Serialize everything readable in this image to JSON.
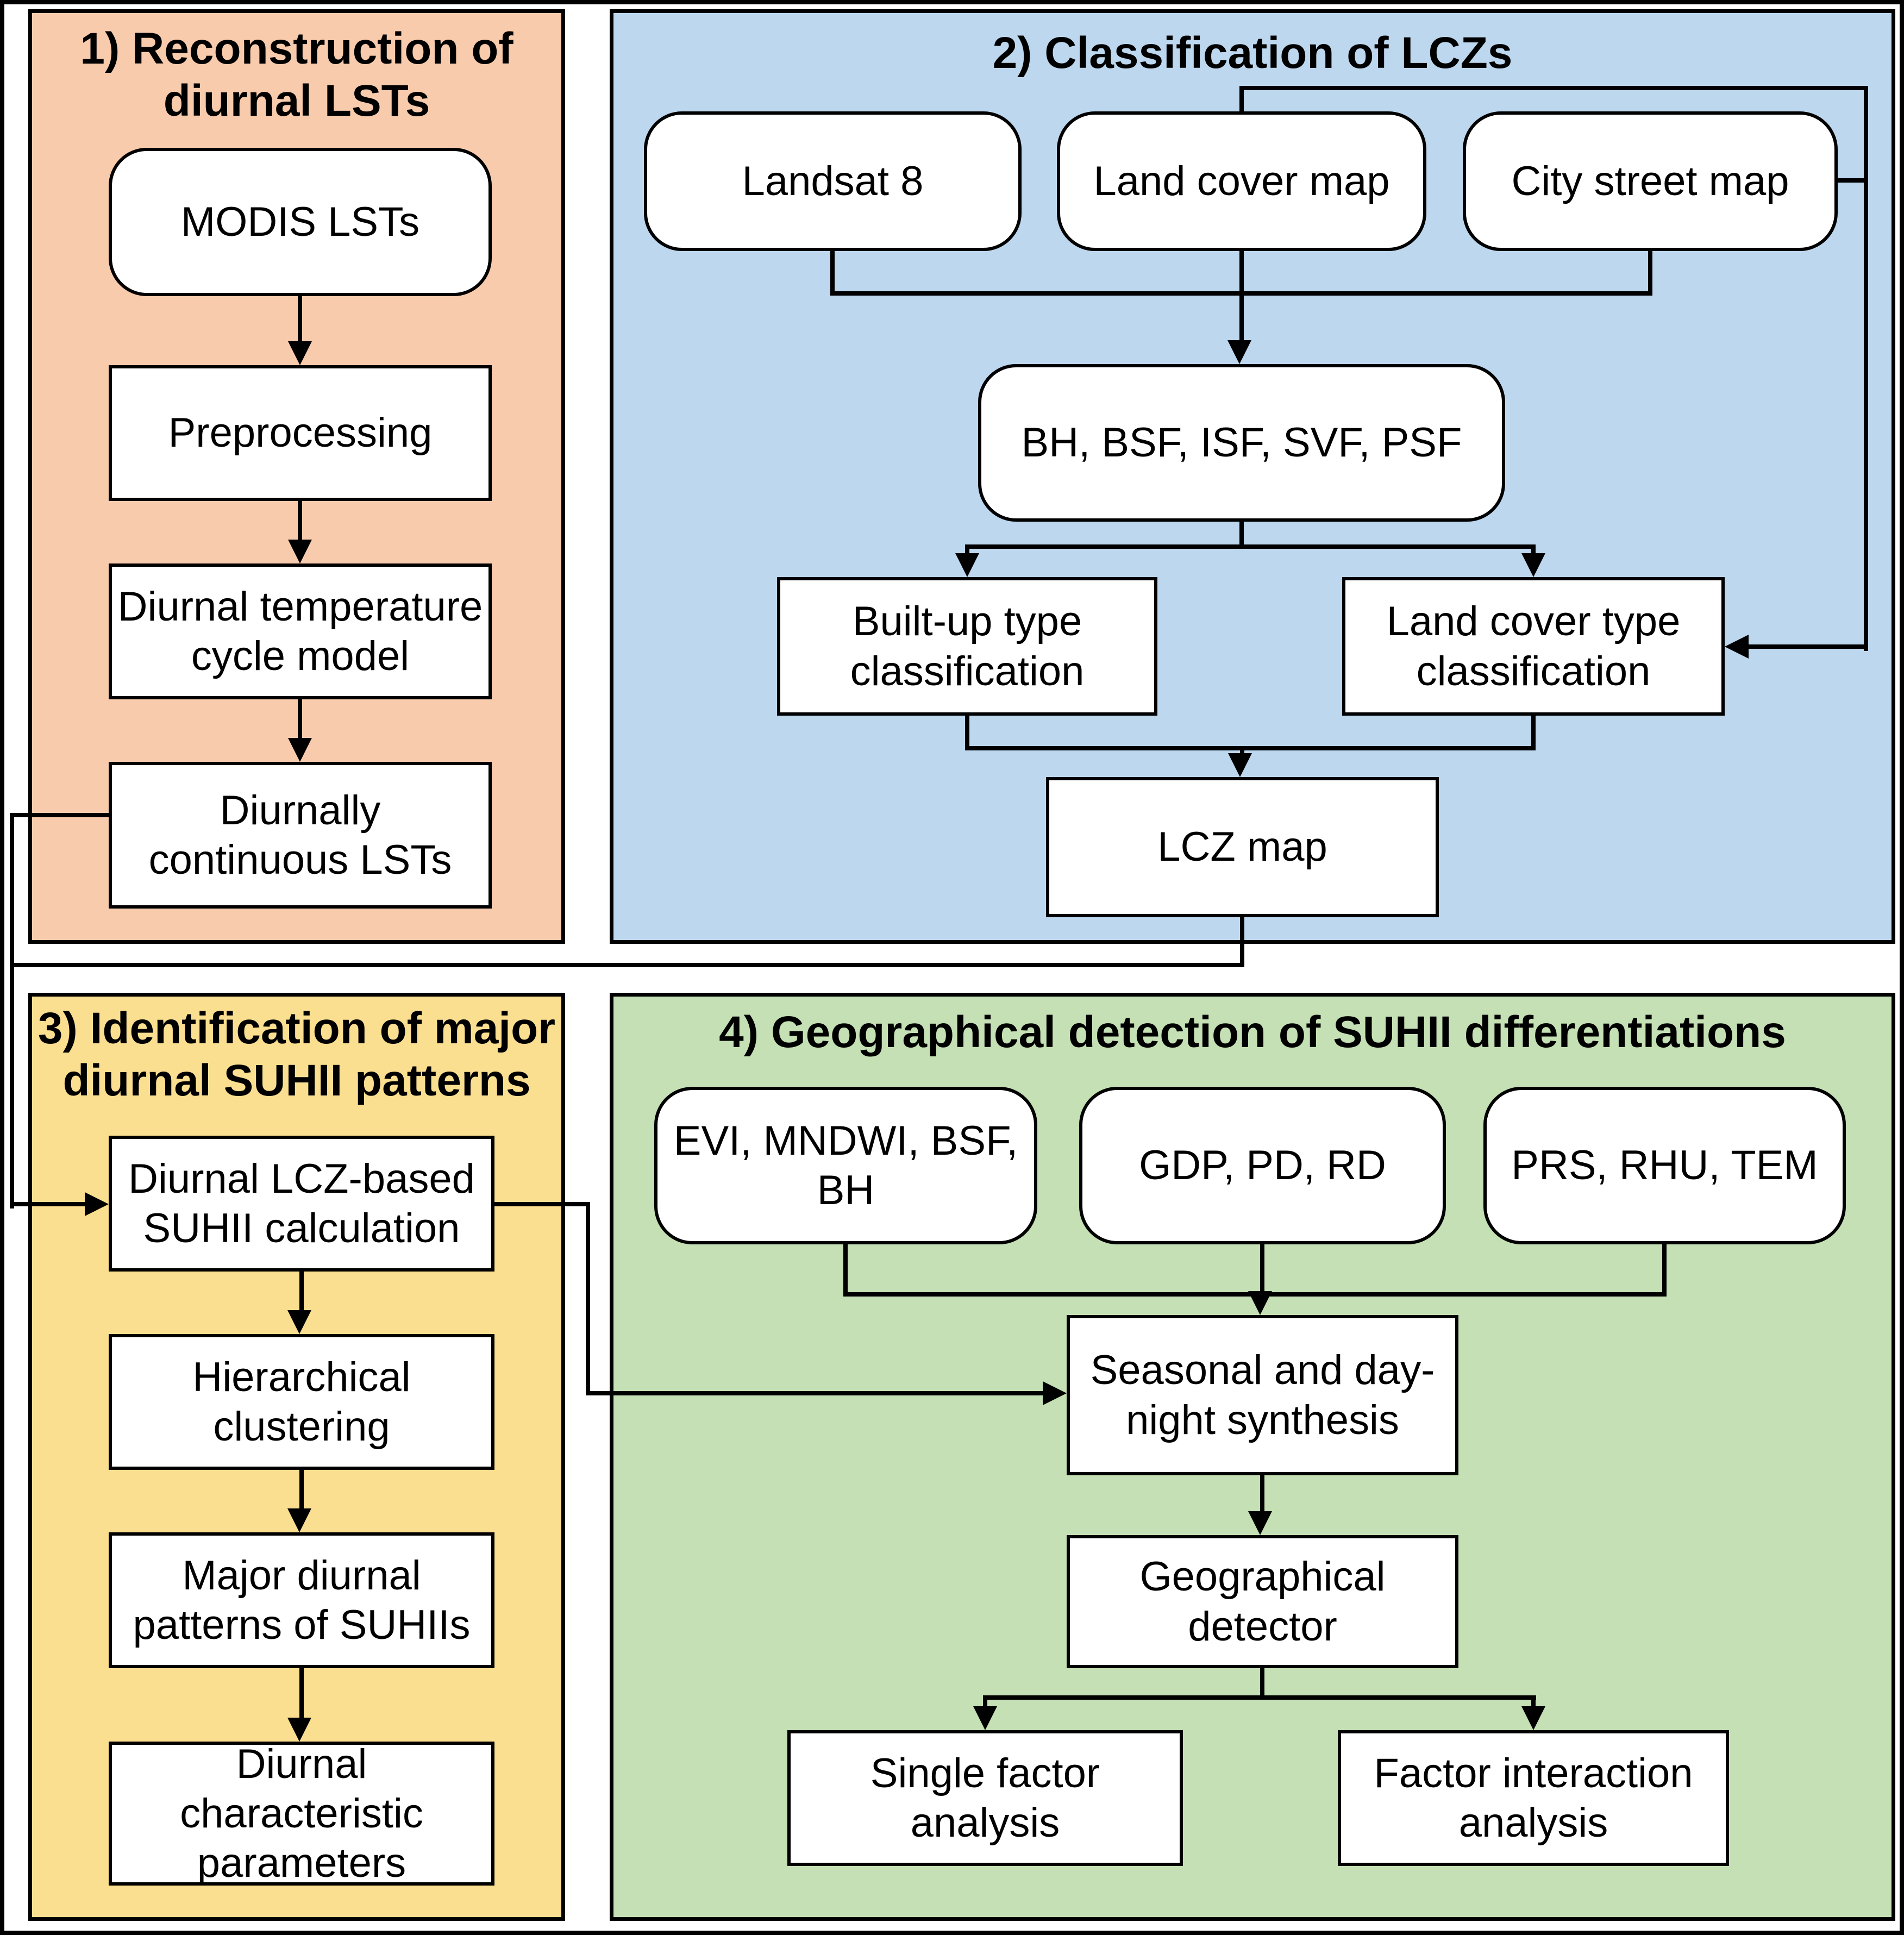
{
  "colors": {
    "panel_reconstruction_bg": "#F8CBAD",
    "panel_classification_bg": "#BDD7EE",
    "panel_identification_bg": "#FBDF90",
    "panel_detection_bg": "#C5E0B4",
    "node_fill": "#FFFFFF",
    "line": "#000000"
  },
  "panels": {
    "reconstruction": {
      "title": "1) Reconstruction of\ndiurnal LSTs",
      "nodes": {
        "modis": "MODIS LSTs",
        "preprocessing": "Preprocessing",
        "dtc": "Diurnal temperature\ncycle model",
        "dcl": "Diurnally\ncontinuous LSTs"
      }
    },
    "classification": {
      "title": "2) Classification of LCZs",
      "nodes": {
        "landsat": "Landsat 8",
        "landcover": "Land cover map",
        "citystreet": "City street map",
        "params": "BH, BSF, ISF, SVF, PSF",
        "builtup": "Built-up type\nclassification",
        "lct": "Land cover type\nclassification",
        "lczmap": "LCZ map"
      }
    },
    "identification": {
      "title": "3) Identification of major\ndiurnal SUHII patterns",
      "nodes": {
        "suhiicalc": "Diurnal LCZ-based\nSUHII calculation",
        "hclust": "Hierarchical\nclustering",
        "majorpatterns": "Major diurnal\npatterns of SUHIIs",
        "charparams": "Diurnal\ncharacteristic\nparameters"
      }
    },
    "detection": {
      "title": "4) Geographical detection of SUHII differentiations",
      "nodes": {
        "evi": "EVI, MNDWI, BSF,\nBH",
        "gdp": "GDP, PD, RD",
        "prs": "PRS, RHU, TEM",
        "seasonal": "Seasonal and day-\nnight synthesis",
        "geodetector": "Geographical\ndetector",
        "singlefactor": "Single factor\nanalysis",
        "factorinteraction": "Factor interaction\nanalysis"
      }
    }
  }
}
